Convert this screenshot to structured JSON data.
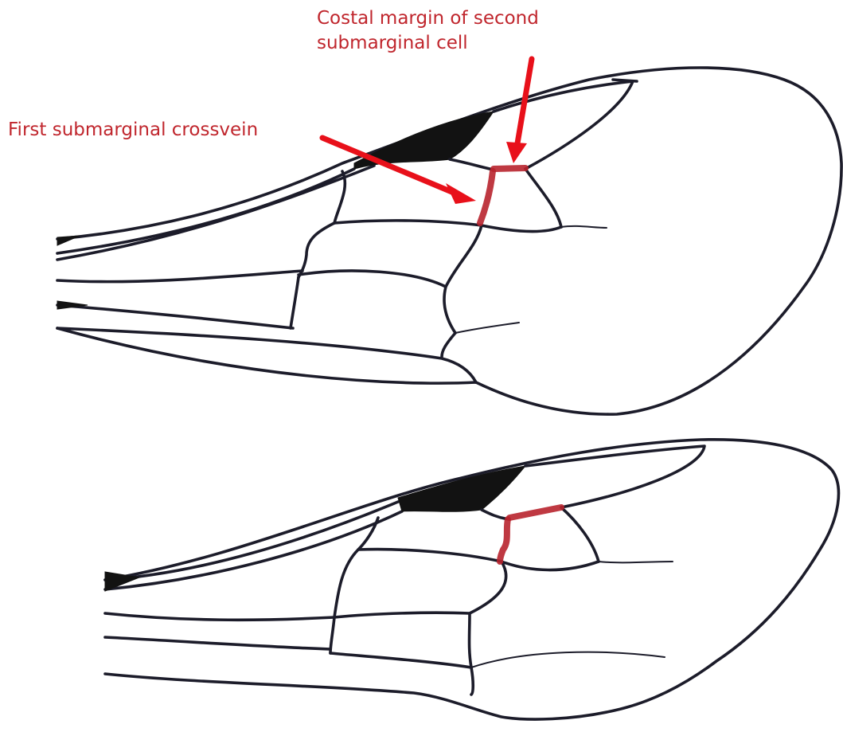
{
  "labels": {
    "costal_margin_line1": "Costal margin of second",
    "costal_margin_line2": "submarginal cell",
    "first_crossvein": "First submarginal crossvein"
  },
  "colors": {
    "label_text": "#c0262d",
    "arrow": "#e8101a",
    "highlight": "#b8242e",
    "vein": "#1c1c2a",
    "stigma": "#121212",
    "background": "#ffffff"
  },
  "figures": [
    {
      "name": "upper-wing",
      "highlighted_parts": [
        "first submarginal crossvein",
        "costal margin of second submarginal cell"
      ]
    },
    {
      "name": "lower-wing",
      "highlighted_parts": [
        "first submarginal crossvein",
        "costal margin of second submarginal cell"
      ]
    }
  ]
}
